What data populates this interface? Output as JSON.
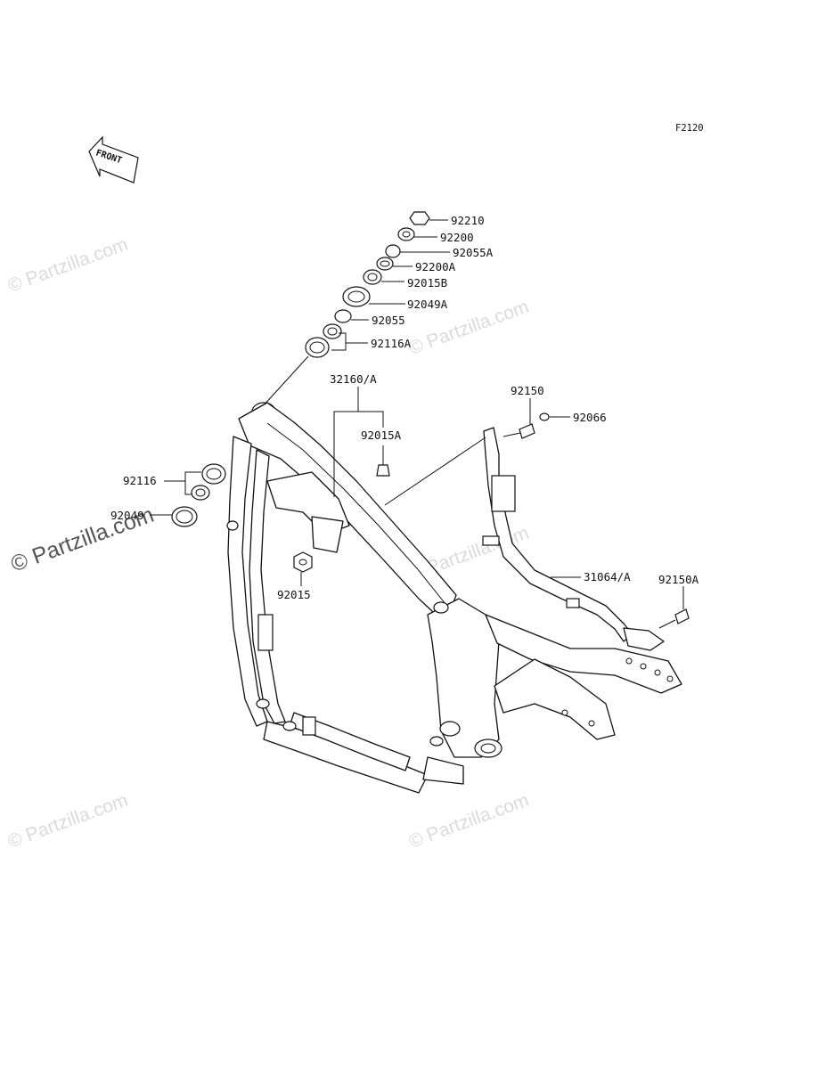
{
  "diagram_code": "F2120",
  "front_label": "FRONT",
  "watermark_text": "© Partzilla.com",
  "parts": {
    "p92210": "92210",
    "p92200": "92200",
    "p92055A": "92055A",
    "p92200A": "92200A",
    "p92015B": "92015B",
    "p92049A": "92049A",
    "p92055": "92055",
    "p92116A": "92116A",
    "p32160A": "32160/A",
    "p92015A": "92015A",
    "p92150": "92150",
    "p92066": "92066",
    "p92116": "92116",
    "p92049": "92049",
    "p92015": "92015",
    "p31064A": "31064/A",
    "p92150A": "92150A"
  }
}
